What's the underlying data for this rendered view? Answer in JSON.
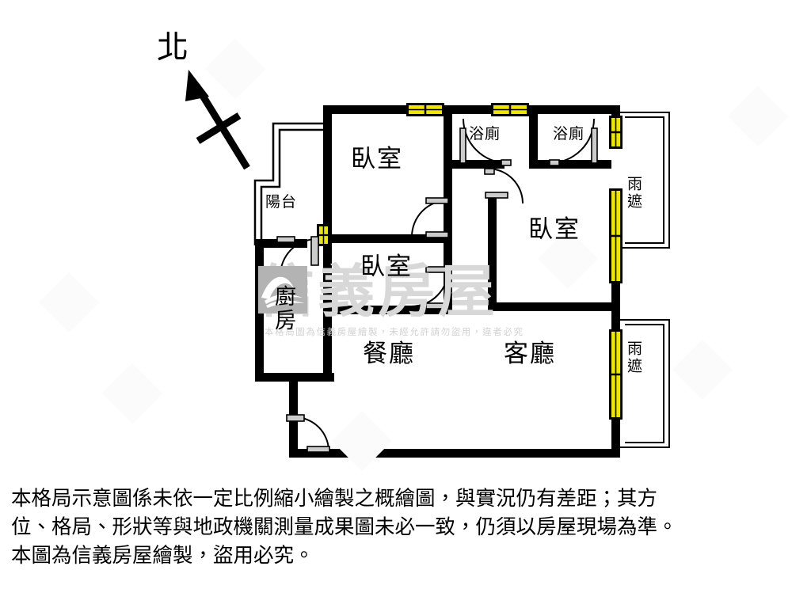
{
  "document": {
    "kind": "floor-plan",
    "compass": {
      "label": "北",
      "direction": "north-arrow"
    }
  },
  "rooms": [
    {
      "id": "bedroom-top-left",
      "label": "臥室",
      "orientation": "horizontal"
    },
    {
      "id": "bedroom-middle-left",
      "label": "臥室",
      "orientation": "horizontal"
    },
    {
      "id": "bedroom-right",
      "label": "臥室",
      "orientation": "horizontal"
    },
    {
      "id": "bathroom-left",
      "label": "浴廁",
      "orientation": "horizontal"
    },
    {
      "id": "bathroom-right",
      "label": "浴廁",
      "orientation": "horizontal"
    },
    {
      "id": "balcony",
      "label": "陽台",
      "orientation": "horizontal"
    },
    {
      "id": "kitchen",
      "label": "廚房",
      "orientation": "vertical"
    },
    {
      "id": "dining-room",
      "label": "餐廳",
      "orientation": "horizontal"
    },
    {
      "id": "living-room",
      "label": "客廳",
      "orientation": "horizontal"
    },
    {
      "id": "rain-shelter-upper",
      "label": "雨遮",
      "orientation": "vertical"
    },
    {
      "id": "rain-shelter-lower",
      "label": "雨遮",
      "orientation": "vertical"
    }
  ],
  "watermark": {
    "brand": "信義房屋",
    "notice": "本格局圖為信義房屋繪製，未經允許請勿盜用，違者必究",
    "logo_name": "sinyi-logo"
  },
  "disclaimer": {
    "line1": "本格局示意圖係未依一定比例縮小繪製之概繪圖，與實況仍有差距；其方",
    "line2": "位、格局、形狀等與地政機關測量成果圖未必一致，仍須以房屋現場為準。",
    "line3": "本圖為信義房屋繪製，盜用必究。"
  },
  "colors": {
    "wall": "#000000",
    "window_fill": "#ece600",
    "window_frame": "#000000",
    "watermark_gray": "#d8d8d8",
    "logo_gray": "#b3b3b3",
    "background": "#ffffff"
  },
  "legend": {
    "window_count": 7,
    "door_count": 8,
    "rain_shelter_count": 2
  }
}
